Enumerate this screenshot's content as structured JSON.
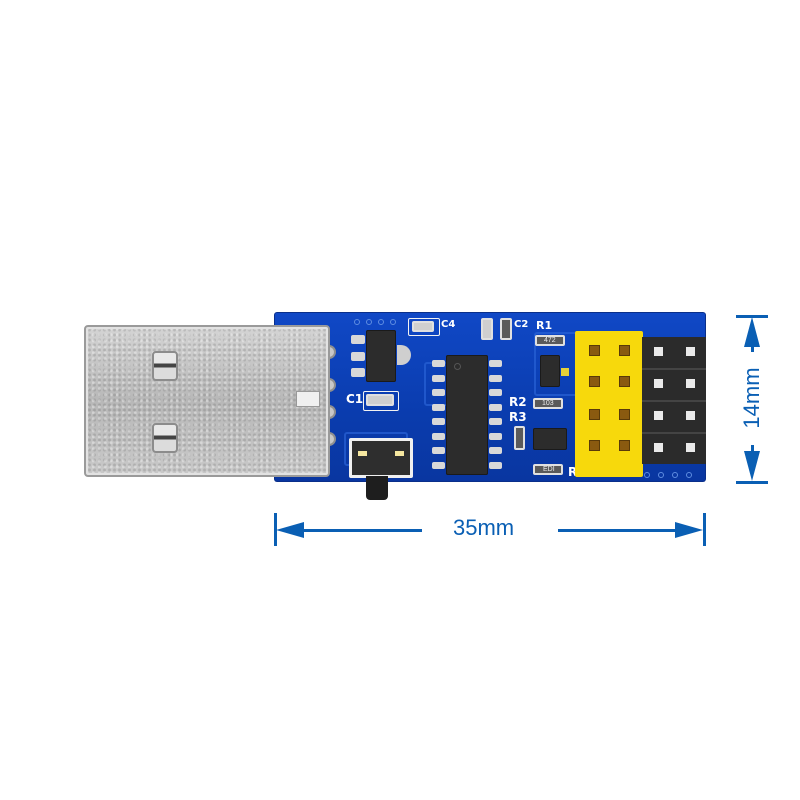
{
  "product": {
    "description": "USB to ESP8266 ESP-01 serial adapter board",
    "pcb_color": "#0b3fb8",
    "header_yellow_color": "#f7d90c",
    "dimension_color": "#0a5fb4"
  },
  "silkscreen": {
    "c1": "C1",
    "c4": "C4",
    "c2": "C2",
    "r1": "R1",
    "r2": "R2",
    "r3": "R3",
    "r4": "R4",
    "r1_code": "472",
    "r2_code": "103",
    "r4_code": "EDI"
  },
  "dimensions": {
    "width_label": "35mm",
    "height_label": "14mm"
  },
  "icons": {
    "left_arrow": "arrow-left-icon",
    "right_arrow": "arrow-right-icon",
    "up_arrow": "arrow-up-icon",
    "down_arrow": "arrow-down-icon"
  }
}
